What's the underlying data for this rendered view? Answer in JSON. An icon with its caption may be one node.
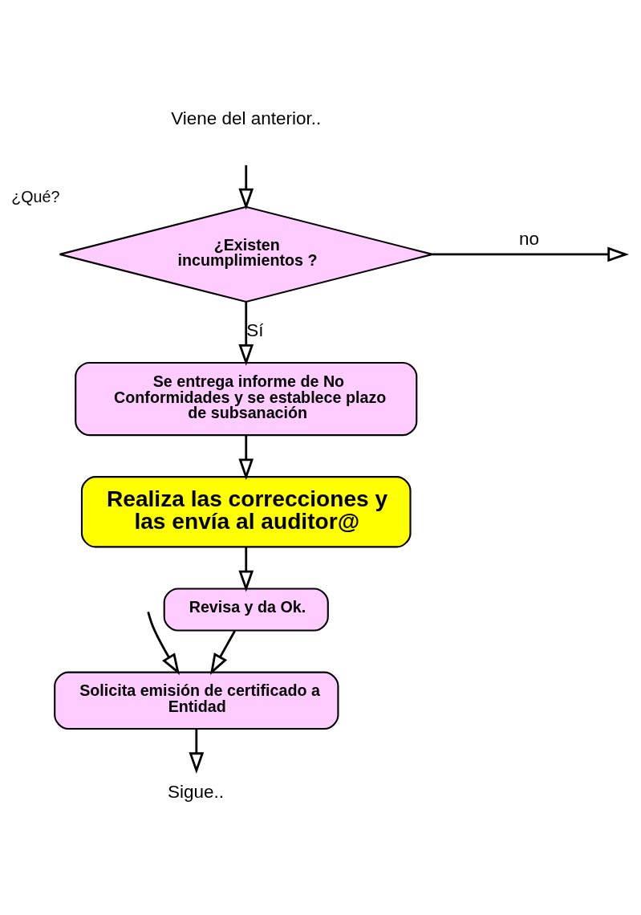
{
  "diagram": {
    "nodes": [
      {
        "text": [
          "¿Existen incumplimientos ?"
        ],
        "beside": [
          "¿Qué?"
        ]
      },
      {
        "text": [
          "Se entrega informe de No Conformidades y se establece plazo de subsanación"
        ]
      },
      {
        "text": [
          "Realiza las correcciones y las envía al auditor@"
        ]
      },
      {
        "text": [
          "Revisa y da Ok."
        ]
      },
      {
        "text": [
          "Solicita emisión de certificado a Entidad"
        ]
      },
      {
        "text": [
          "Sigue.."
        ]
      }
    ],
    "edges": [
      {
        "from": 0,
        "to": 1,
        "arrow": "to",
        "label": "Sí"
      },
      {
        "from": 1,
        "to": 2,
        "arrow": "to"
      },
      {
        "from": 2,
        "to": 3,
        "arrow": "to"
      },
      {
        "from": 3,
        "to": 4,
        "arrow": "to"
      },
      {
        "from": 4,
        "to": 5,
        "arrow": "to"
      },
      {
        "from": 0,
        "to": null,
        "arrow": "to",
        "label": "no"
      },
      {
        "from": null,
        "to": 4,
        "arrow": "to"
      },
      {
        "from": null,
        "to": 0,
        "arrow": "to"
      }
    ],
    "labels": [
      "Viene del anterior.."
    ]
  }
}
